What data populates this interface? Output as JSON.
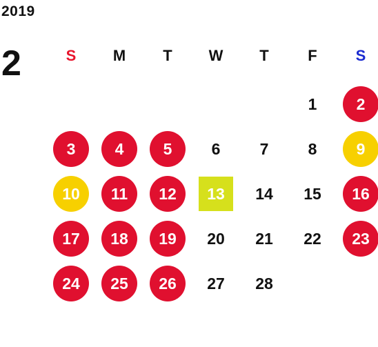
{
  "calendar": {
    "year": "2019",
    "month": "2",
    "weekdays": [
      {
        "label": "S",
        "kind": "sun"
      },
      {
        "label": "M",
        "kind": "week"
      },
      {
        "label": "T",
        "kind": "week"
      },
      {
        "label": "W",
        "kind": "week"
      },
      {
        "label": "T",
        "kind": "week"
      },
      {
        "label": "F",
        "kind": "week"
      },
      {
        "label": "S",
        "kind": "sat"
      }
    ],
    "days": [
      {
        "label": "",
        "style": "empty"
      },
      {
        "label": "",
        "style": "empty"
      },
      {
        "label": "",
        "style": "empty"
      },
      {
        "label": "",
        "style": "empty"
      },
      {
        "label": "",
        "style": "empty"
      },
      {
        "label": "1",
        "style": "normal"
      },
      {
        "label": "2",
        "style": "holiday"
      },
      {
        "label": "3",
        "style": "holiday"
      },
      {
        "label": "4",
        "style": "holiday"
      },
      {
        "label": "5",
        "style": "holiday"
      },
      {
        "label": "6",
        "style": "normal"
      },
      {
        "label": "7",
        "style": "normal"
      },
      {
        "label": "8",
        "style": "normal"
      },
      {
        "label": "9",
        "style": "special"
      },
      {
        "label": "10",
        "style": "special"
      },
      {
        "label": "11",
        "style": "holiday"
      },
      {
        "label": "12",
        "style": "holiday"
      },
      {
        "label": "13",
        "style": "today"
      },
      {
        "label": "14",
        "style": "normal"
      },
      {
        "label": "15",
        "style": "normal"
      },
      {
        "label": "16",
        "style": "holiday"
      },
      {
        "label": "17",
        "style": "holiday"
      },
      {
        "label": "18",
        "style": "holiday"
      },
      {
        "label": "19",
        "style": "holiday"
      },
      {
        "label": "20",
        "style": "normal"
      },
      {
        "label": "21",
        "style": "normal"
      },
      {
        "label": "22",
        "style": "normal"
      },
      {
        "label": "23",
        "style": "holiday"
      },
      {
        "label": "24",
        "style": "holiday"
      },
      {
        "label": "25",
        "style": "holiday"
      },
      {
        "label": "26",
        "style": "holiday"
      },
      {
        "label": "27",
        "style": "normal"
      },
      {
        "label": "28",
        "style": "normal"
      }
    ],
    "colors": {
      "holiday": "#e0102f",
      "special": "#f7d000",
      "today": "#d6e01c",
      "sunday_label": "#e8142c",
      "saturday_label": "#1a2ad0"
    }
  }
}
